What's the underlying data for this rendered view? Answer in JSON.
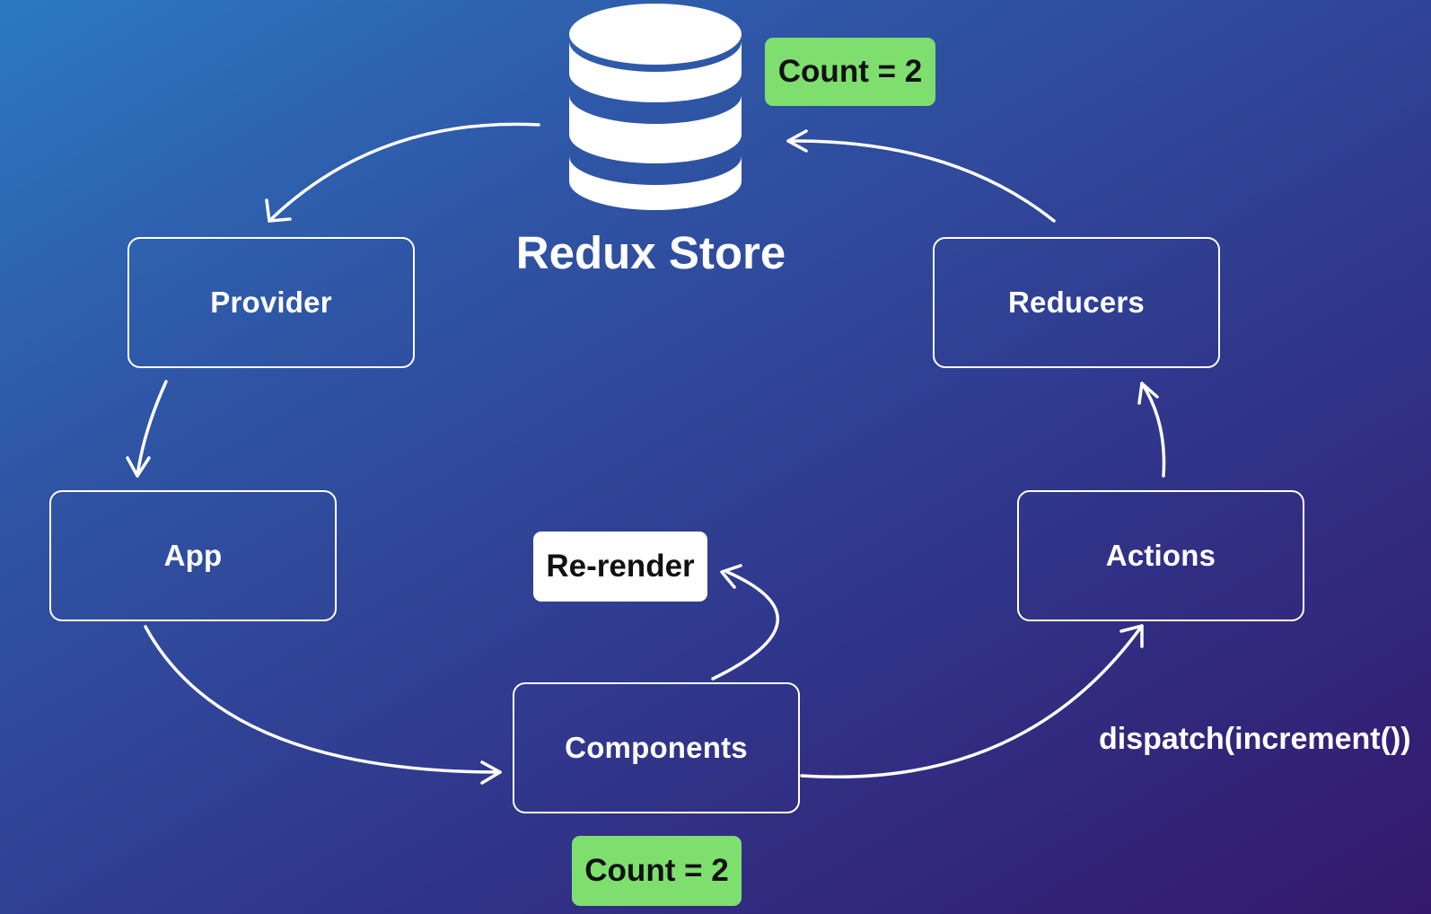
{
  "store": {
    "title": "Redux Store",
    "icon": "database-icon",
    "count_badge": "Count = 2"
  },
  "nodes": {
    "provider": "Provider",
    "app": "App",
    "components": "Components",
    "actions": "Actions",
    "reducers": "Reducers"
  },
  "rerender_label": "Re-render",
  "components_count_badge": "Count = 2",
  "dispatch_label": "dispatch(increment())",
  "colors": {
    "background_start": "#2b79c2",
    "background_end": "#34186b",
    "badge_green": "#7edf6f",
    "stroke": "#ffffff"
  }
}
